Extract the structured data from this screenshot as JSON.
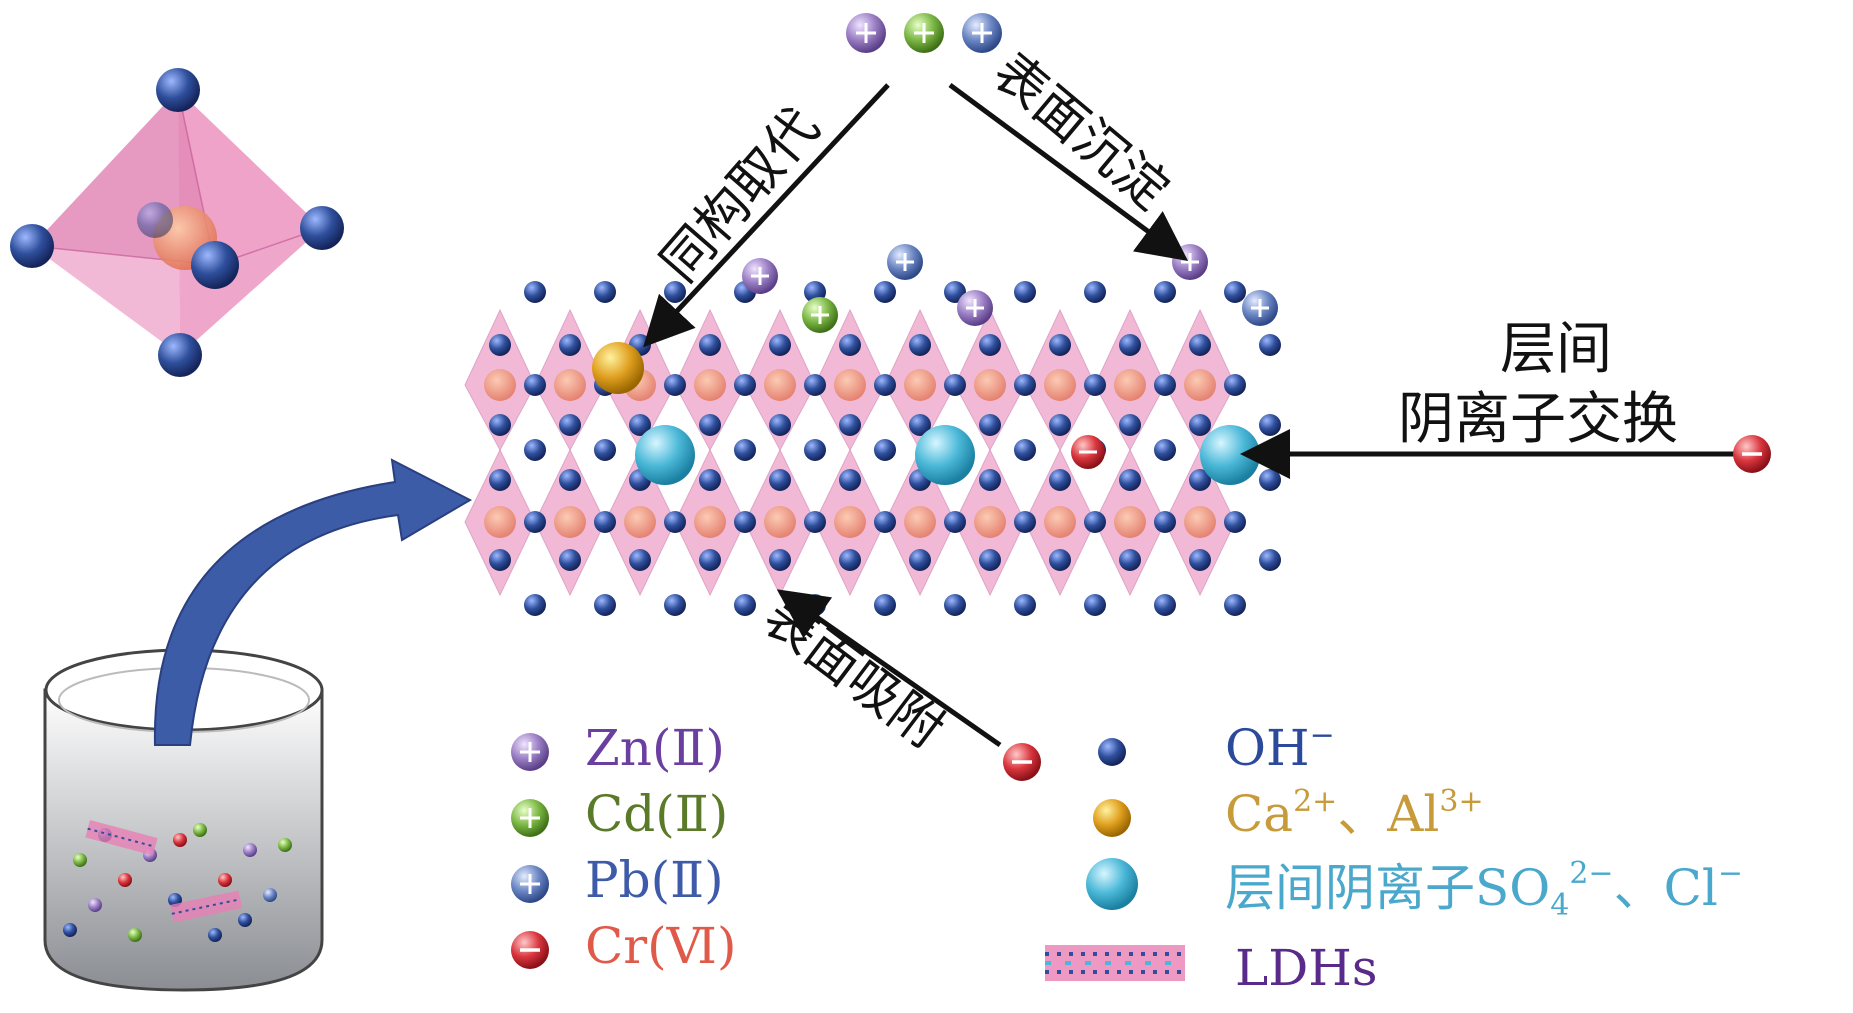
{
  "mechanisms": {
    "isomorphic_substitution": "同构取代",
    "surface_precipitation": "表面沉淀",
    "interlayer_anion_exchange_line1": "层间",
    "interlayer_anion_exchange_line2": "阴离子交换",
    "surface_adsorption": "表面吸附"
  },
  "legend": {
    "zn": "Zn(Ⅱ)",
    "cd": "Cd(Ⅱ)",
    "pb": "Pb(Ⅱ)",
    "cr": "Cr(Ⅵ)",
    "oh_base": "OH",
    "oh_sup": "−",
    "ca_base": "Ca",
    "ca_sup": "2+",
    "ca_sep": "、Al",
    "al_sup": "3+",
    "anion_prefix": "层间阴离子SO",
    "anion_sub": "4",
    "anion_sup": "2−",
    "anion_sep": "、Cl",
    "cl_sup": "−",
    "ldhs": "LDHs"
  },
  "colors": {
    "zn": "#9b7fc4",
    "cd": "#7cb845",
    "pb": "#6c87c4",
    "cr": "#d9363e",
    "oh": "#2f4f9c",
    "ca": "#e0a020",
    "anion": "#4bb8d8",
    "octahedron": "#e880b5",
    "text_zn": "#6b3fa0",
    "text_cd": "#5a7a2a",
    "text_pb": "#3d5ba8",
    "text_cr": "#e05a4a",
    "text_oh": "#2b4a9b",
    "text_ca": "#c79a3a",
    "text_anion": "#4aa8cc",
    "text_ldhs": "#5a2a8a"
  },
  "icons": {
    "cation": "plus-circle-icon",
    "anion": "minus-circle-icon"
  }
}
